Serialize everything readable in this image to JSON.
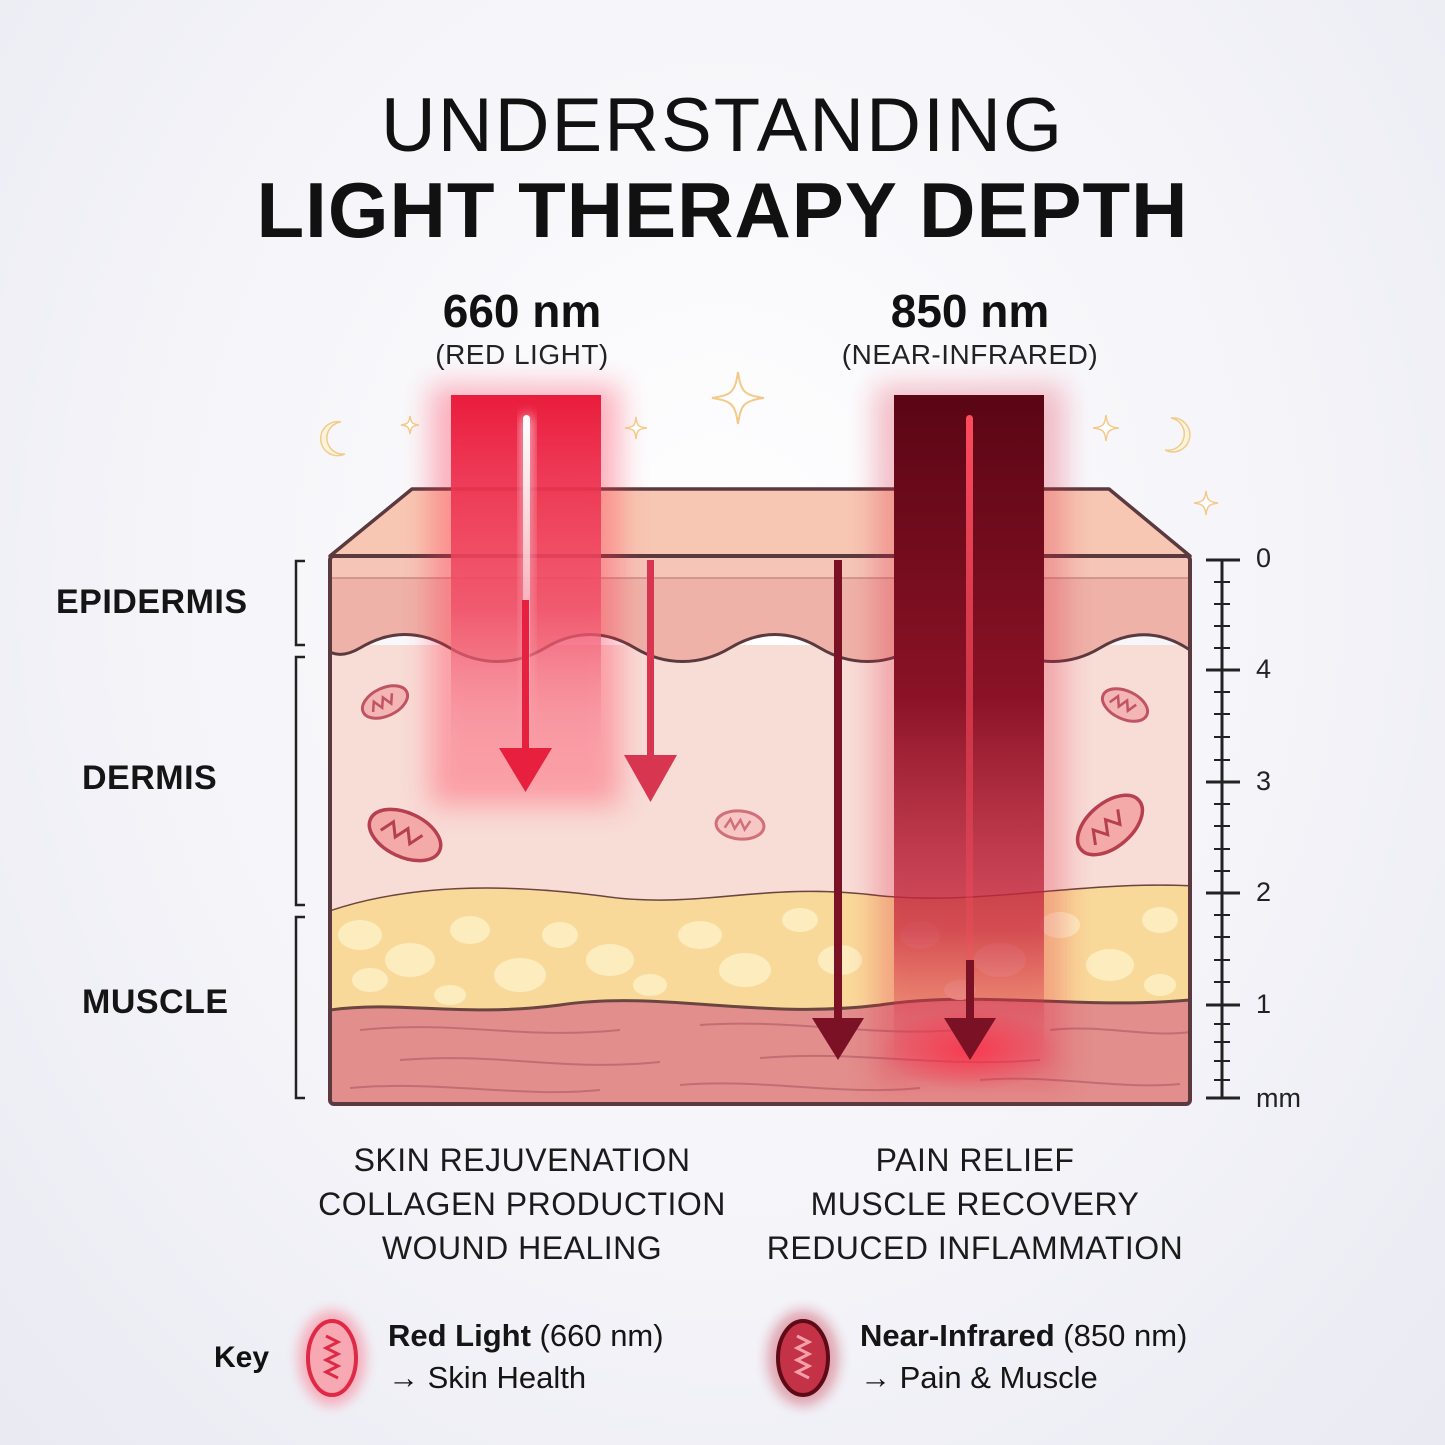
{
  "title": {
    "line1": "UNDERSTANDING",
    "line2": "LIGHT THERAPY DEPTH"
  },
  "wavelengths": [
    {
      "value": "660 nm",
      "subtitle": "(RED LIGHT)",
      "color": "#e8203f"
    },
    {
      "value": "850 nm",
      "subtitle": "(NEAR-INFRARED)",
      "color": "#7a0c1f"
    }
  ],
  "layers": {
    "epidermis": "EPIDERMIS",
    "dermis": "DERMIS",
    "muscle": "MUSCLE"
  },
  "scale": {
    "ticks": [
      "0",
      "4",
      "3",
      "2",
      "1"
    ],
    "unit": "mm"
  },
  "benefits": {
    "red": [
      "SKIN REJUVENATION",
      "COLLAGEN PRODUCTION",
      "WOUND HEALING"
    ],
    "nir": [
      "PAIN RELIEF",
      "MUSCLE RECOVERY",
      "REDUCED INFLAMMATION"
    ]
  },
  "key": {
    "title": "Key",
    "red": {
      "name": "Red Light",
      "detail": " (660 nm)",
      "arrow": "→",
      "effect": " Skin Health"
    },
    "nir": {
      "name": "Near-Infrared",
      "detail": " (850 nm)",
      "arrow": "→",
      "effect": " Pain & Muscle"
    }
  },
  "icons": [
    "mitochondria-icon",
    "sparkle-icon",
    "moon-icon",
    "arrow-down-icon"
  ]
}
